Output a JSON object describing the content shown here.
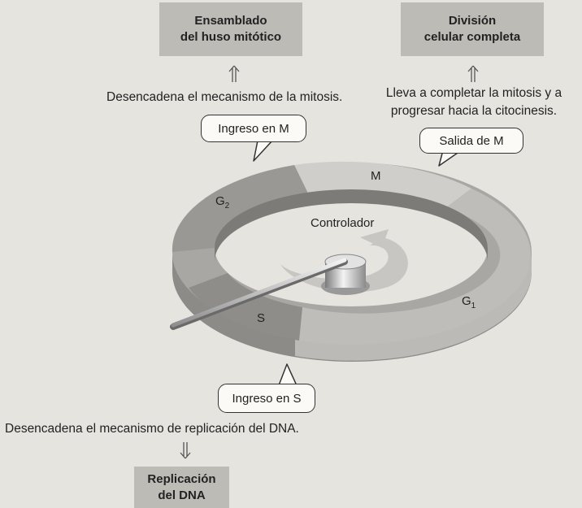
{
  "boxes": {
    "spindle_line1": "Ensamblado",
    "spindle_line2": "del huso mitótico",
    "division_line1": "División",
    "division_line2": "celular completa",
    "replication_line1": "Replicación",
    "replication_line2": "del DNA"
  },
  "captions": {
    "mitosis_trigger": "Desencadena el mecanismo de la mitosis.",
    "complete_line1": "Lleva a completar la mitosis y a",
    "complete_line2": "progresar hacia la citocinesis.",
    "replication_trigger": "Desencadena el mecanismo de replicación del DNA."
  },
  "bubbles": {
    "m_entry": "Ingreso en M",
    "m_exit": "Salida de M",
    "s_entry": "Ingreso en S"
  },
  "ring": {
    "phase_m": "M",
    "phase_g2": "G",
    "phase_g2_sub": "2",
    "phase_g1": "G",
    "phase_g1_sub": "1",
    "phase_s": "S",
    "controller": "Controlador"
  }
}
